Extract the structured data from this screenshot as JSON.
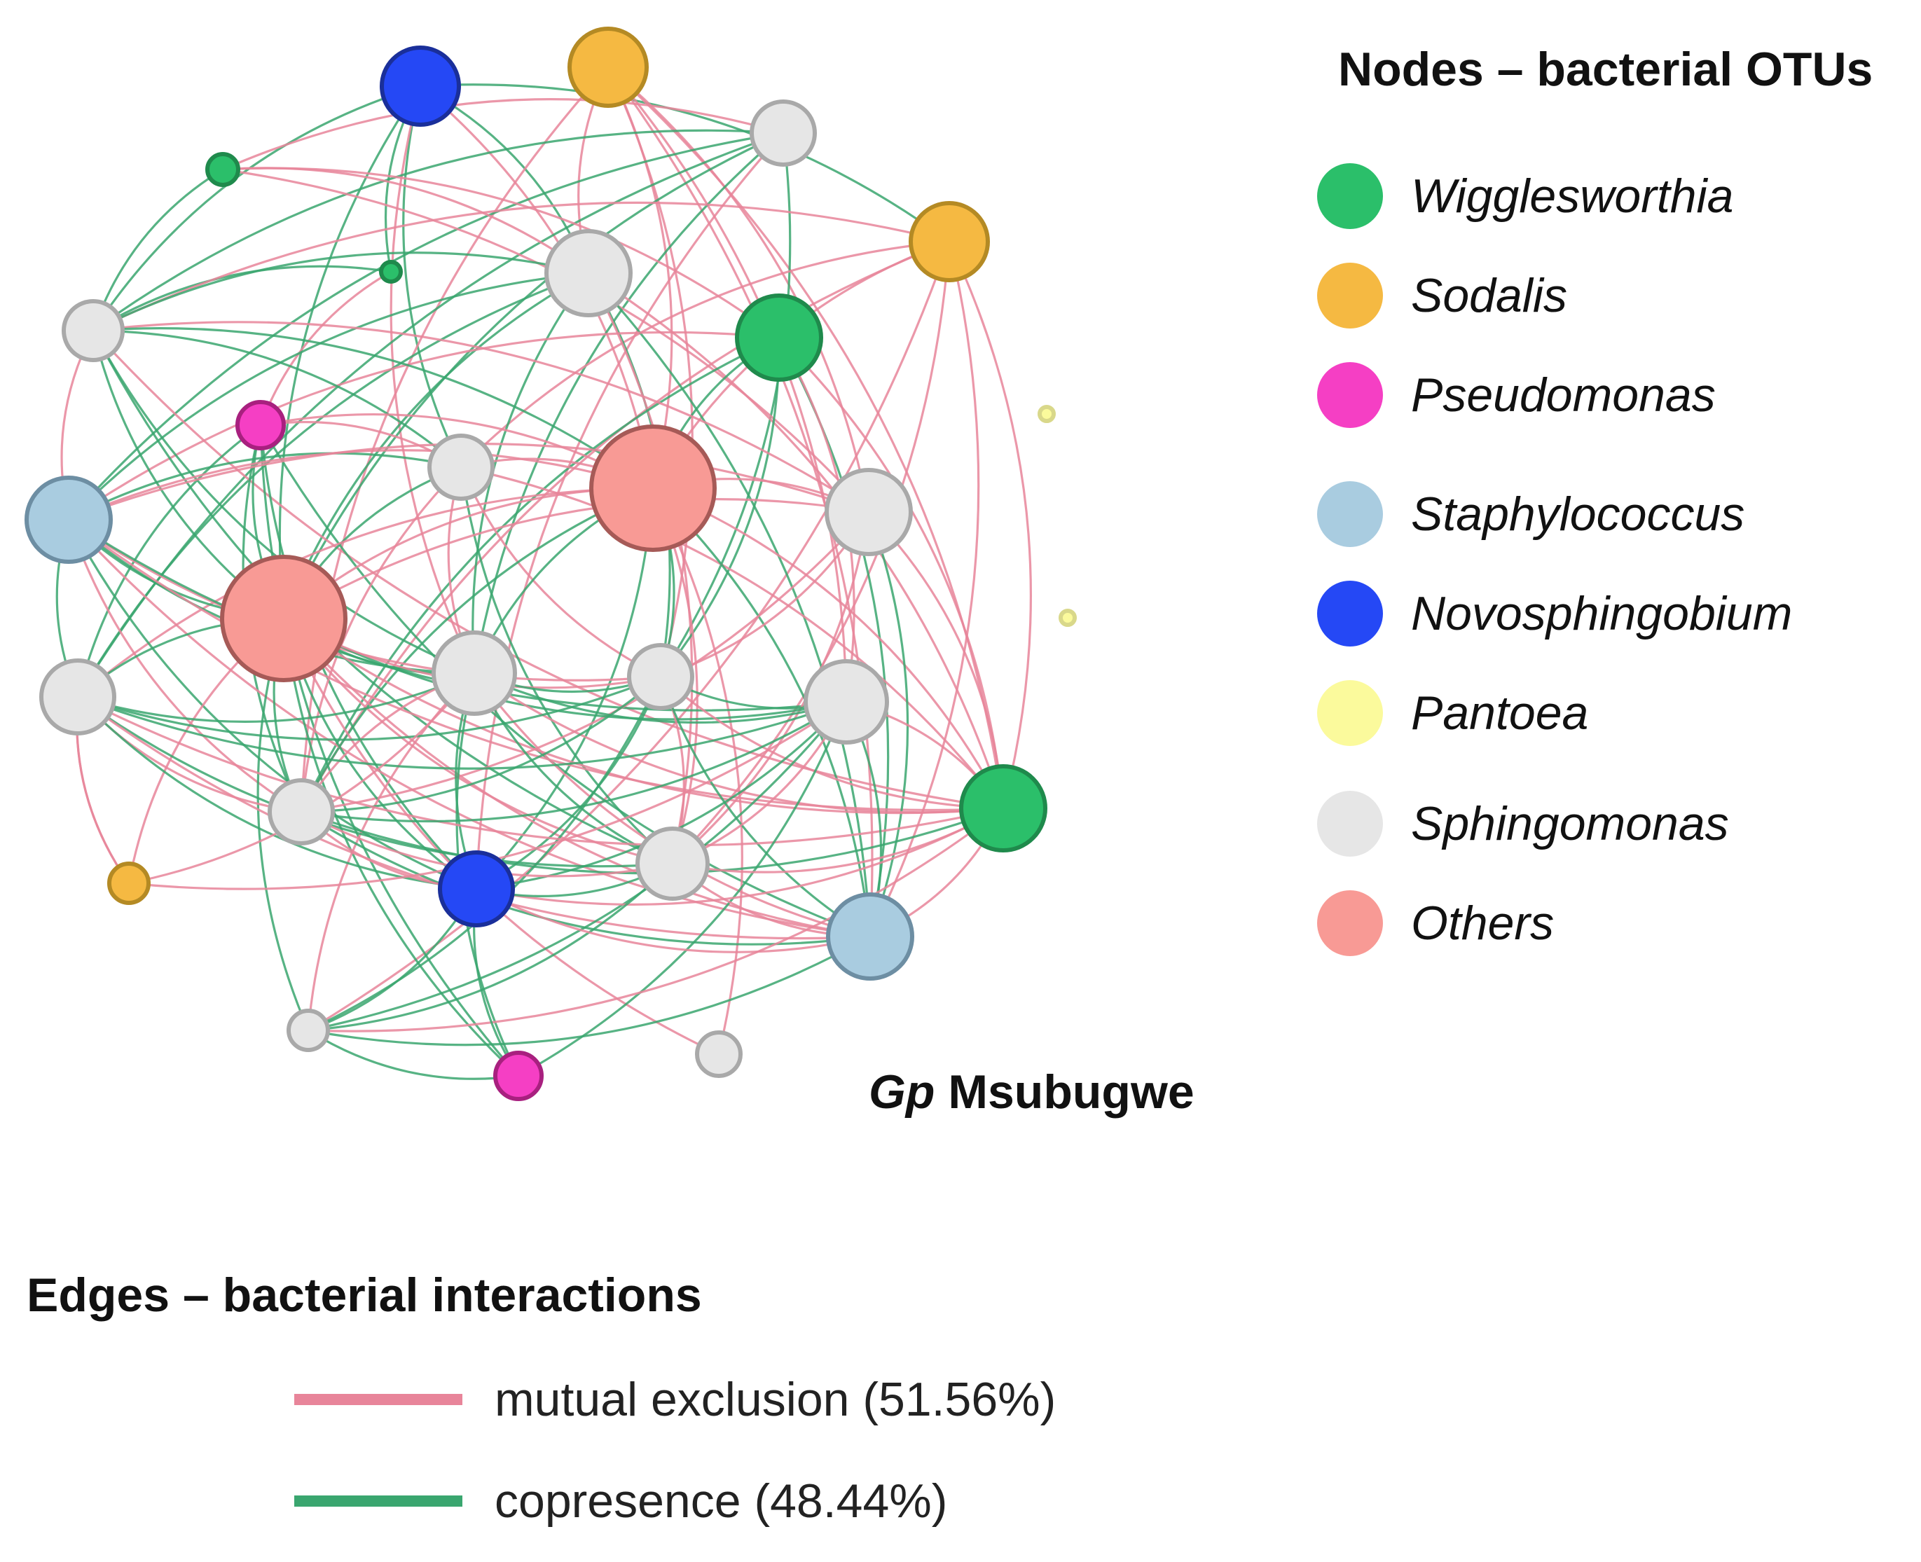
{
  "colors": {
    "mutual_exclusion": "#e8859a",
    "copresence": "#3aa66f",
    "wigglesworthia": "#2bbf6a",
    "sodalis": "#f5b942",
    "pseudomonas": "#f53fc4",
    "staphylococcus": "#a9cce0",
    "novosphingobium": "#2548f5",
    "pantoea": "#fbfa9c",
    "sphingomonas": "#e6e6e6",
    "others": "#f89a95"
  },
  "nodes_legend": {
    "title": "Nodes – bacterial OTUs",
    "items": [
      {
        "label": "Wigglesworthia",
        "color": "#2bbf6a"
      },
      {
        "label": "Sodalis",
        "color": "#f5b942"
      },
      {
        "label": "Pseudomonas",
        "color": "#f53fc4"
      },
      {
        "label": "Staphylococcus",
        "color": "#a9cce0"
      },
      {
        "label": "Novosphingobium",
        "color": "#2548f5"
      },
      {
        "label": "Pantoea",
        "color": "#fbfa9c"
      },
      {
        "label": "Sphingomonas",
        "color": "#e6e6e6"
      },
      {
        "label": "Others",
        "color": "#f89a95"
      }
    ]
  },
  "network_label": {
    "italic_part": "Gp",
    "rest": " Msubugwe"
  },
  "edges_legend": {
    "title": "Edges – bacterial interactions",
    "items": [
      {
        "label": "mutual exclusion (51.56%)",
        "color": "#e8859a"
      },
      {
        "label": "copresence (48.44%)",
        "color": "#3aa66f"
      }
    ]
  },
  "network": {
    "nodes": [
      {
        "id": "novo1",
        "taxon": "novosphingobium"
      },
      {
        "id": "sod1",
        "taxon": "sodalis"
      },
      {
        "id": "sph1",
        "taxon": "sphingomonas"
      },
      {
        "id": "wig-small1",
        "taxon": "wigglesworthia"
      },
      {
        "id": "wig-small2",
        "taxon": "wigglesworthia"
      },
      {
        "id": "sod2",
        "taxon": "sodalis"
      },
      {
        "id": "sph2",
        "taxon": "sphingomonas"
      },
      {
        "id": "wig1",
        "taxon": "wigglesworthia"
      },
      {
        "id": "sph3",
        "taxon": "sphingomonas"
      },
      {
        "id": "pseu1",
        "taxon": "pseudomonas"
      },
      {
        "id": "pan1",
        "taxon": "pantoea"
      },
      {
        "id": "sph4",
        "taxon": "sphingomonas"
      },
      {
        "id": "oth1",
        "taxon": "others"
      },
      {
        "id": "staph1",
        "taxon": "staphylococcus"
      },
      {
        "id": "sph5",
        "taxon": "sphingomonas"
      },
      {
        "id": "pan2",
        "taxon": "pantoea"
      },
      {
        "id": "oth2",
        "taxon": "others"
      },
      {
        "id": "sph6",
        "taxon": "sphingomonas"
      },
      {
        "id": "sph7",
        "taxon": "sphingomonas"
      },
      {
        "id": "sph8",
        "taxon": "sphingomonas"
      },
      {
        "id": "sph9",
        "taxon": "sphingomonas"
      },
      {
        "id": "wig2",
        "taxon": "wigglesworthia"
      },
      {
        "id": "sph10",
        "taxon": "sphingomonas"
      },
      {
        "id": "sod3",
        "taxon": "sodalis"
      },
      {
        "id": "sph11",
        "taxon": "sphingomonas"
      },
      {
        "id": "novo2",
        "taxon": "novosphingobium"
      },
      {
        "id": "staph2",
        "taxon": "staphylococcus"
      },
      {
        "id": "sph12",
        "taxon": "sphingomonas"
      },
      {
        "id": "sph13",
        "taxon": "sphingomonas"
      },
      {
        "id": "pseu2",
        "taxon": "pseudomonas"
      }
    ],
    "edges": [
      [
        "novo1",
        "sph2",
        "copresence"
      ],
      [
        "novo1",
        "sph4",
        "copresence"
      ],
      [
        "novo1",
        "wig-small2",
        "copresence"
      ],
      [
        "novo1",
        "sph3",
        "copresence"
      ],
      [
        "novo1",
        "oth1",
        "mutual_exclusion"
      ],
      [
        "novo1",
        "oth2",
        "copresence"
      ],
      [
        "novo1",
        "sph6",
        "mutual_exclusion"
      ],
      [
        "novo1",
        "sod2",
        "copresence"
      ],
      [
        "sod1",
        "sph2",
        "mutual_exclusion"
      ],
      [
        "sod1",
        "oth1",
        "mutual_exclusion"
      ],
      [
        "sod1",
        "sph5",
        "mutual_exclusion"
      ],
      [
        "sod1",
        "wig2",
        "mutual_exclusion"
      ],
      [
        "sod1",
        "sph10",
        "mutual_exclusion"
      ],
      [
        "sod1",
        "sph7",
        "mutual_exclusion"
      ],
      [
        "sod1",
        "staph2",
        "mutual_exclusion"
      ],
      [
        "sod1",
        "sph9",
        "mutual_exclusion"
      ],
      [
        "sph1",
        "sph3",
        "copresence"
      ],
      [
        "sph1",
        "staph1",
        "copresence"
      ],
      [
        "sph1",
        "oth2",
        "copresence"
      ],
      [
        "sph1",
        "sph6",
        "copresence"
      ],
      [
        "sph1",
        "sph7",
        "copresence"
      ],
      [
        "sph1",
        "novo2",
        "mutual_exclusion"
      ],
      [
        "sph1",
        "sph8",
        "copresence"
      ],
      [
        "sph1",
        "wig-small1",
        "mutual_exclusion"
      ],
      [
        "wig-small1",
        "sph2",
        "mutual_exclusion"
      ],
      [
        "wig-small1",
        "sph5",
        "mutual_exclusion"
      ],
      [
        "wig-small1",
        "wig1",
        "mutual_exclusion"
      ],
      [
        "wig-small1",
        "sph3",
        "copresence"
      ],
      [
        "wig-small2",
        "pseu1",
        "mutual_exclusion"
      ],
      [
        "wig-small2",
        "sph3",
        "copresence"
      ],
      [
        "sod2",
        "sph4",
        "mutual_exclusion"
      ],
      [
        "sod2",
        "sph3",
        "mutual_exclusion"
      ],
      [
        "sod2",
        "sph10",
        "mutual_exclusion"
      ],
      [
        "sod2",
        "oth1",
        "mutual_exclusion"
      ],
      [
        "sod2",
        "wig2",
        "mutual_exclusion"
      ],
      [
        "sod2",
        "sph11",
        "mutual_exclusion"
      ],
      [
        "sod2",
        "staph2",
        "mutual_exclusion"
      ],
      [
        "sod2",
        "sph12",
        "mutual_exclusion"
      ],
      [
        "sph2",
        "sph3",
        "copresence"
      ],
      [
        "sph2",
        "sph6",
        "copresence"
      ],
      [
        "sph2",
        "sph7",
        "copresence"
      ],
      [
        "sph2",
        "staph1",
        "copresence"
      ],
      [
        "sph2",
        "oth2",
        "copresence"
      ],
      [
        "sph2",
        "sph8",
        "copresence"
      ],
      [
        "sph2",
        "sph11",
        "mutual_exclusion"
      ],
      [
        "sph2",
        "staph2",
        "copresence"
      ],
      [
        "sph2",
        "wig2",
        "mutual_exclusion"
      ],
      [
        "wig1",
        "oth1",
        "copresence"
      ],
      [
        "wig1",
        "staph2",
        "copresence"
      ],
      [
        "wig1",
        "wig2",
        "mutual_exclusion"
      ],
      [
        "wig1",
        "sph10",
        "copresence"
      ],
      [
        "wig1",
        "sph9",
        "mutual_exclusion"
      ],
      [
        "wig1",
        "staph1",
        "mutual_exclusion"
      ],
      [
        "wig1",
        "sph7",
        "copresence"
      ],
      [
        "sph3",
        "sph4",
        "copresence"
      ],
      [
        "sph3",
        "sph6",
        "copresence"
      ],
      [
        "sph3",
        "oth2",
        "copresence"
      ],
      [
        "sph3",
        "staph1",
        "mutual_exclusion"
      ],
      [
        "sph3",
        "sph5",
        "mutual_exclusion"
      ],
      [
        "sph3",
        "oth1",
        "copresence"
      ],
      [
        "sph3",
        "sph11",
        "copresence"
      ],
      [
        "sph3",
        "wig2",
        "mutual_exclusion"
      ],
      [
        "pseu1",
        "sph4",
        "mutual_exclusion"
      ],
      [
        "pseu1",
        "oth2",
        "copresence"
      ],
      [
        "pseu1",
        "sph8",
        "copresence"
      ],
      [
        "pseu1",
        "novo2",
        "copresence"
      ],
      [
        "pseu1",
        "oth1",
        "mutual_exclusion"
      ],
      [
        "pseu1",
        "sph10",
        "copresence"
      ],
      [
        "pseu1",
        "staph2",
        "copresence"
      ],
      [
        "pseu1",
        "pseu2",
        "copresence"
      ],
      [
        "sph4",
        "oth1",
        "mutual_exclusion"
      ],
      [
        "sph4",
        "staph1",
        "copresence"
      ],
      [
        "sph4",
        "oth2",
        "copresence"
      ],
      [
        "sph4",
        "sph6",
        "mutual_exclusion"
      ],
      [
        "sph4",
        "sph7",
        "mutual_exclusion"
      ],
      [
        "sph4",
        "sph10",
        "mutual_exclusion"
      ],
      [
        "sph4",
        "wig2",
        "mutual_exclusion"
      ],
      [
        "sph4",
        "sph11",
        "copresence"
      ],
      [
        "oth1",
        "staph1",
        "mutual_exclusion"
      ],
      [
        "oth1",
        "oth2",
        "mutual_exclusion"
      ],
      [
        "oth1",
        "sph6",
        "copresence"
      ],
      [
        "oth1",
        "sph7",
        "copresence"
      ],
      [
        "oth1",
        "sph5",
        "mutual_exclusion"
      ],
      [
        "oth1",
        "sph10",
        "copresence"
      ],
      [
        "oth1",
        "sph11",
        "mutual_exclusion"
      ],
      [
        "oth1",
        "staph2",
        "copresence"
      ],
      [
        "oth1",
        "wig2",
        "mutual_exclusion"
      ],
      [
        "oth1",
        "sph8",
        "mutual_exclusion"
      ],
      [
        "oth1",
        "novo2",
        "copresence"
      ],
      [
        "oth1",
        "sph13",
        "mutual_exclusion"
      ],
      [
        "staph1",
        "oth2",
        "copresence"
      ],
      [
        "staph1",
        "sph8",
        "copresence"
      ],
      [
        "staph1",
        "sph6",
        "copresence"
      ],
      [
        "staph1",
        "sph7",
        "mutual_exclusion"
      ],
      [
        "staph1",
        "sph10",
        "mutual_exclusion"
      ],
      [
        "staph1",
        "wig2",
        "mutual_exclusion"
      ],
      [
        "staph1",
        "sph9",
        "copresence"
      ],
      [
        "staph1",
        "novo2",
        "copresence"
      ],
      [
        "staph1",
        "sph5",
        "mutual_exclusion"
      ],
      [
        "staph1",
        "staph2",
        "mutual_exclusion"
      ],
      [
        "sph5",
        "oth2",
        "mutual_exclusion"
      ],
      [
        "sph5",
        "sph10",
        "mutual_exclusion"
      ],
      [
        "sph5",
        "wig2",
        "mutual_exclusion"
      ],
      [
        "sph5",
        "staph2",
        "copresence"
      ],
      [
        "sph5",
        "sph7",
        "mutual_exclusion"
      ],
      [
        "sph5",
        "sph11",
        "mutual_exclusion"
      ],
      [
        "oth2",
        "sph6",
        "copresence"
      ],
      [
        "oth2",
        "sph8",
        "copresence"
      ],
      [
        "oth2",
        "sph9",
        "copresence"
      ],
      [
        "oth2",
        "novo2",
        "copresence"
      ],
      [
        "oth2",
        "sph7",
        "mutual_exclusion"
      ],
      [
        "oth2",
        "sph10",
        "copresence"
      ],
      [
        "oth2",
        "sph11",
        "mutual_exclusion"
      ],
      [
        "oth2",
        "wig2",
        "mutual_exclusion"
      ],
      [
        "oth2",
        "staph2",
        "mutual_exclusion"
      ],
      [
        "oth2",
        "pseu2",
        "copresence"
      ],
      [
        "oth2",
        "sph12",
        "copresence"
      ],
      [
        "oth2",
        "sph13",
        "mutual_exclusion"
      ],
      [
        "oth2",
        "sod3",
        "mutual_exclusion"
      ],
      [
        "sph6",
        "sph7",
        "copresence"
      ],
      [
        "sph6",
        "sph8",
        "copresence"
      ],
      [
        "sph6",
        "sph9",
        "copresence"
      ],
      [
        "sph6",
        "novo2",
        "copresence"
      ],
      [
        "sph6",
        "sph10",
        "mutual_exclusion"
      ],
      [
        "sph6",
        "staph2",
        "mutual_exclusion"
      ],
      [
        "sph6",
        "sph11",
        "copresence"
      ],
      [
        "sph6",
        "pseu2",
        "copresence"
      ],
      [
        "sph6",
        "sph12",
        "mutual_exclusion"
      ],
      [
        "sph6",
        "wig2",
        "mutual_exclusion"
      ],
      [
        "sph7",
        "sph8",
        "copresence"
      ],
      [
        "sph7",
        "sph9",
        "copresence"
      ],
      [
        "sph7",
        "sph10",
        "copresence"
      ],
      [
        "sph7",
        "novo2",
        "copresence"
      ],
      [
        "sph7",
        "sph11",
        "mutual_exclusion"
      ],
      [
        "sph7",
        "staph2",
        "copresence"
      ],
      [
        "sph7",
        "wig2",
        "mutual_exclusion"
      ],
      [
        "sph7",
        "sph12",
        "copresence"
      ],
      [
        "sph8",
        "sph9",
        "copresence"
      ],
      [
        "sph8",
        "sph10",
        "mutual_exclusion"
      ],
      [
        "sph8",
        "novo2",
        "copresence"
      ],
      [
        "sph8",
        "sph11",
        "copresence"
      ],
      [
        "sph8",
        "wig2",
        "mutual_exclusion"
      ],
      [
        "sph8",
        "staph2",
        "mutual_exclusion"
      ],
      [
        "sph8",
        "sod3",
        "mutual_exclusion"
      ],
      [
        "sph9",
        "sph10",
        "copresence"
      ],
      [
        "sph9",
        "novo2",
        "copresence"
      ],
      [
        "sph9",
        "sph11",
        "mutual_exclusion"
      ],
      [
        "sph9",
        "pseu2",
        "copresence"
      ],
      [
        "sph9",
        "sph12",
        "copresence"
      ],
      [
        "sph9",
        "staph2",
        "copresence"
      ],
      [
        "sph9",
        "wig2",
        "mutual_exclusion"
      ],
      [
        "sph10",
        "wig2",
        "copresence"
      ],
      [
        "sph10",
        "staph2",
        "copresence"
      ],
      [
        "sph10",
        "sph11",
        "mutual_exclusion"
      ],
      [
        "sph10",
        "novo2",
        "mutual_exclusion"
      ],
      [
        "wig2",
        "sph11",
        "mutual_exclusion"
      ],
      [
        "wig2",
        "staph2",
        "mutual_exclusion"
      ],
      [
        "wig2",
        "novo2",
        "mutual_exclusion"
      ],
      [
        "wig2",
        "sph12",
        "mutual_exclusion"
      ],
      [
        "sod3",
        "sph9",
        "mutual_exclusion"
      ],
      [
        "sod3",
        "sph6",
        "mutual_exclusion"
      ],
      [
        "sod3",
        "sph8",
        "mutual_exclusion"
      ],
      [
        "sph11",
        "novo2",
        "copresence"
      ],
      [
        "sph11",
        "staph2",
        "mutual_exclusion"
      ],
      [
        "sph11",
        "sph12",
        "copresence"
      ],
      [
        "novo2",
        "pseu2",
        "copresence"
      ],
      [
        "novo2",
        "sph12",
        "copresence"
      ],
      [
        "novo2",
        "staph2",
        "mutual_exclusion"
      ],
      [
        "staph2",
        "sph12",
        "copresence"
      ],
      [
        "sph12",
        "pseu2",
        "copresence"
      ]
    ]
  }
}
